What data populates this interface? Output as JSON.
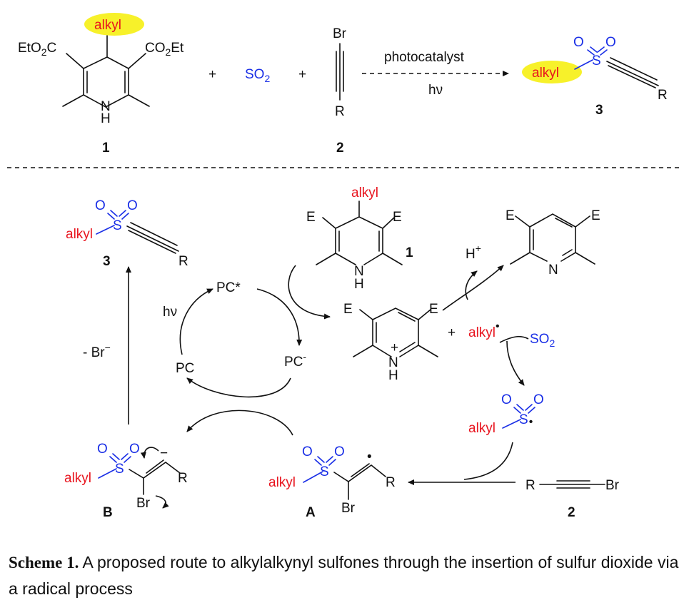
{
  "labels": {
    "alkyl": "alkyl",
    "ester_left": "EtO",
    "ester_left_c": "C",
    "ester_right": "CO",
    "ester_right_et": "Et",
    "sub2": "2",
    "nh_n": "N",
    "nh_h": "H",
    "so2": "SO",
    "o": "O",
    "s": "S",
    "br": "Br",
    "r": "R",
    "e": "E",
    "n": "N",
    "h": "H",
    "plus": "+",
    "dot": "•",
    "photocatalyst": "photocatalyst",
    "hv": "hν",
    "pc": "PC",
    "pc_star": "PC*",
    "pc_minus": "PC",
    "minus": "-",
    "neg_br": "- Br",
    "neg_sup": "−",
    "cmp_1": "1",
    "cmp_2": "2",
    "cmp_3": "3",
    "cmp_A": "A",
    "cmp_B": "B"
  },
  "caption": {
    "bold": "Scheme 1.",
    "text": "A proposed route to alkylalkynyl sulfones through the insertion of sulfur dioxide via a radical process"
  },
  "colors": {
    "alkyl_text": "#e8141e",
    "highlight": "#f7f12a",
    "sulfonyl_blue": "#1a2fe6",
    "ink": "#111111"
  }
}
